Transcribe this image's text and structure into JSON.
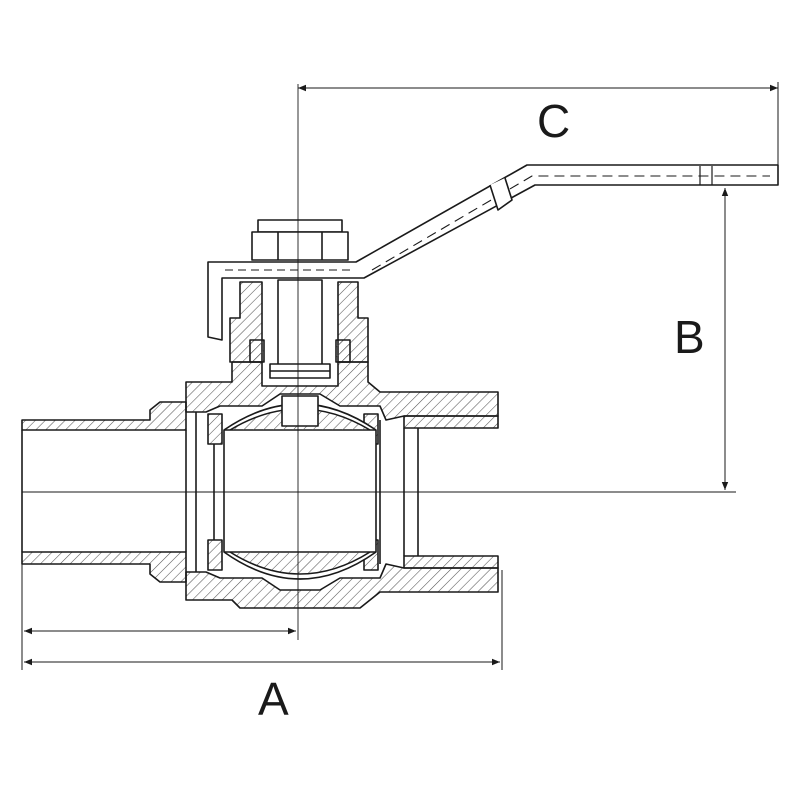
{
  "dimensions": {
    "a": "A",
    "b": "B",
    "c": "C"
  },
  "colors": {
    "line": "#1a1a1a",
    "hatch": "#555555",
    "background": "#ffffff"
  }
}
